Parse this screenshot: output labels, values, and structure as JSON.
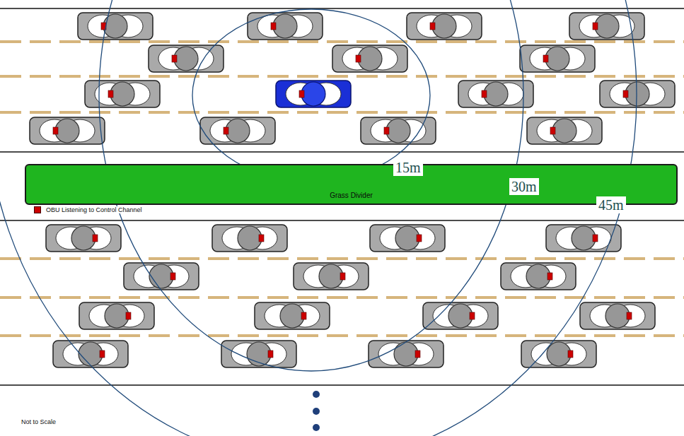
{
  "diagram": {
    "nodes": [
      {
        "text": [
          "Grass Divider"
        ]
      }
    ],
    "labels": [
      "15m",
      "30m",
      "45m",
      "Not to Scale"
    ],
    "legend": [
      {
        "text": "OBU Listening to Control Channel",
        "color": "#cc0000"
      }
    ]
  }
}
